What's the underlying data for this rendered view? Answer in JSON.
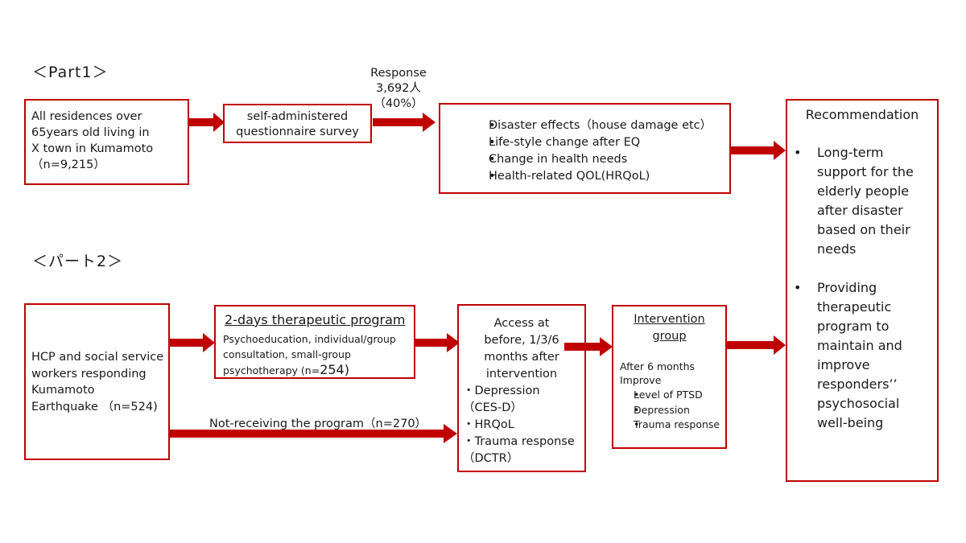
{
  "part1": {
    "title": "＜Part1＞",
    "population_lines": [
      "All residences over",
      "65years old living in",
      "X town in Kumamoto",
      "（n=9,215）"
    ],
    "survey_lines": [
      "self-administered",
      "questionnaire survey"
    ],
    "response": {
      "label": "Response",
      "count": "3,692人",
      "percent": "（40%）"
    },
    "outcomes": [
      "Disaster effects（house damage etc）",
      "Life-style change after EQ",
      "Change in health needs",
      "Health-related QOL(HRQoL)"
    ]
  },
  "part2": {
    "title": "＜パート2＞",
    "population_lines": [
      "HCP and social service",
      "workers responding",
      "Kumamoto",
      "Earthquake （n=524)"
    ],
    "program": {
      "title": "2-days therapeutic program",
      "desc_lines": [
        "Psychoeducation, individual/group",
        "consultation, small-group"
      ],
      "last_line": "psychotherapy (n=",
      "last_num": "254)"
    },
    "not_receiving": "Not-receiving the program（n=270）",
    "assessment": {
      "head_lines": [
        "Access at",
        "before, 1/3/6",
        "months after",
        "intervention"
      ],
      "items": [
        "・Depression",
        "（CES-D）",
        "・HRQoL",
        "・Trauma response",
        "（DCTR）"
      ]
    },
    "intervention": {
      "title_lines": [
        "Intervention",
        "group"
      ],
      "after": "After 6 months",
      "improve": "Improve",
      "items": [
        "Level of PTSD",
        "Depression",
        "Trauma response"
      ]
    }
  },
  "recommendation": {
    "title": "Recommendation",
    "item1_lines": [
      "Long-term",
      "support for the",
      "elderly people",
      "after disaster",
      "based on their",
      "needs"
    ],
    "item2_lines": [
      "Providing",
      "therapeutic",
      "program to",
      "maintain  and",
      "improve",
      "responders’’",
      "psychosocial",
      "well-being"
    ]
  }
}
